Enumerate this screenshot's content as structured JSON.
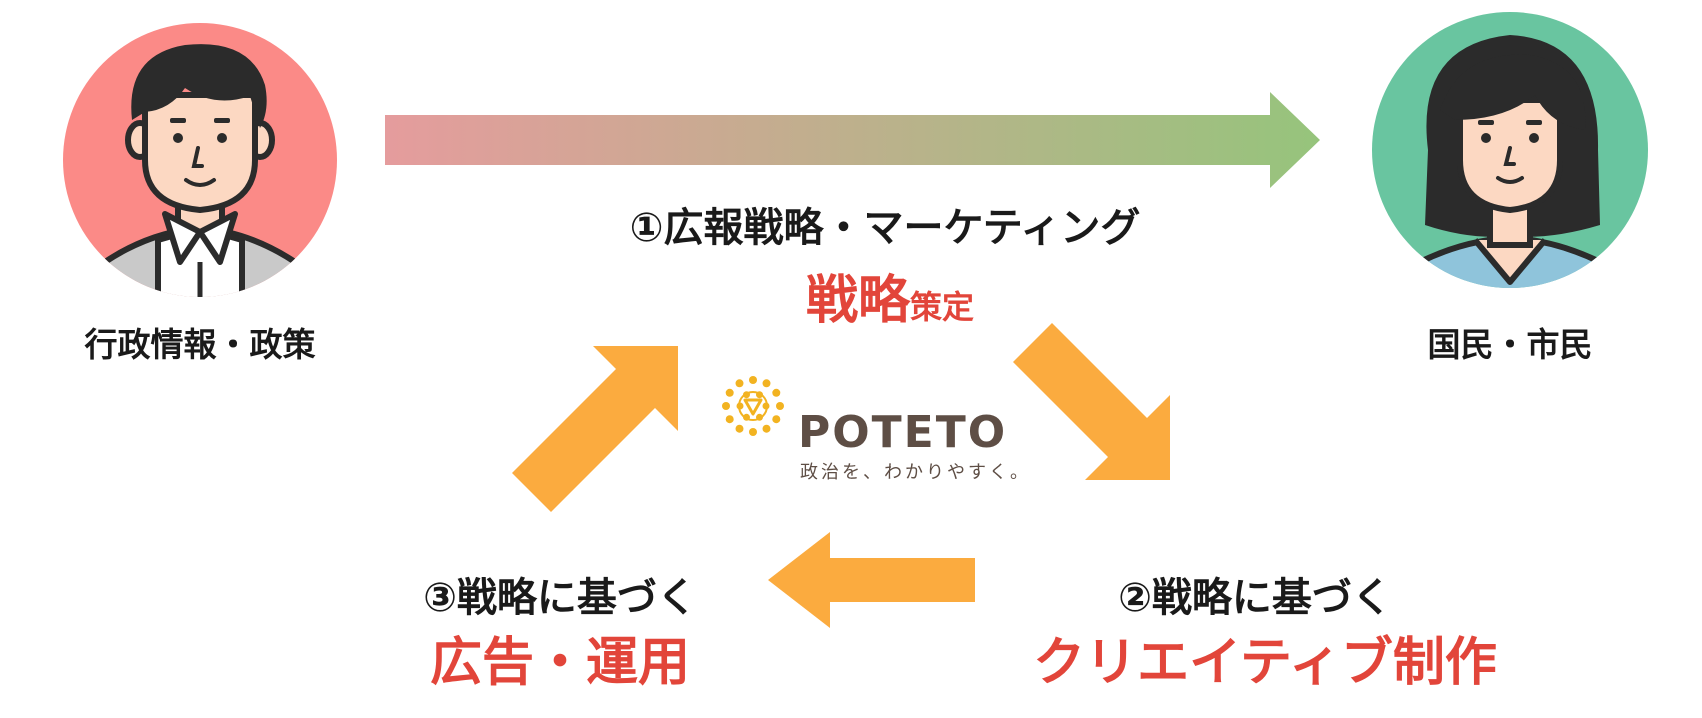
{
  "actors": {
    "left": {
      "label": "行政情報・政策"
    },
    "right": {
      "label": "国民・市民"
    }
  },
  "steps": {
    "step1": {
      "title": "①広報戦略・マーケティング",
      "highlight": "戦略",
      "suffix": "策定"
    },
    "step2": {
      "title": "②戦略に基づく",
      "highlight": "クリエイティブ制作"
    },
    "step3": {
      "title": "③戦略に基づく",
      "highlight": "広告・運用"
    }
  },
  "logo": {
    "name": "POTETO",
    "tagline": "政治を、わかりやすく。"
  },
  "colors": {
    "left_circle": "#fb8a87",
    "right_circle": "#69c5a0",
    "gradient_start": "#e59c9d",
    "gradient_end": "#96c47c",
    "orange_arrow": "#fbab3f",
    "highlight_red": "#e2453a",
    "logo_yellow": "#f2b321",
    "logo_brown": "#5e4e45"
  }
}
